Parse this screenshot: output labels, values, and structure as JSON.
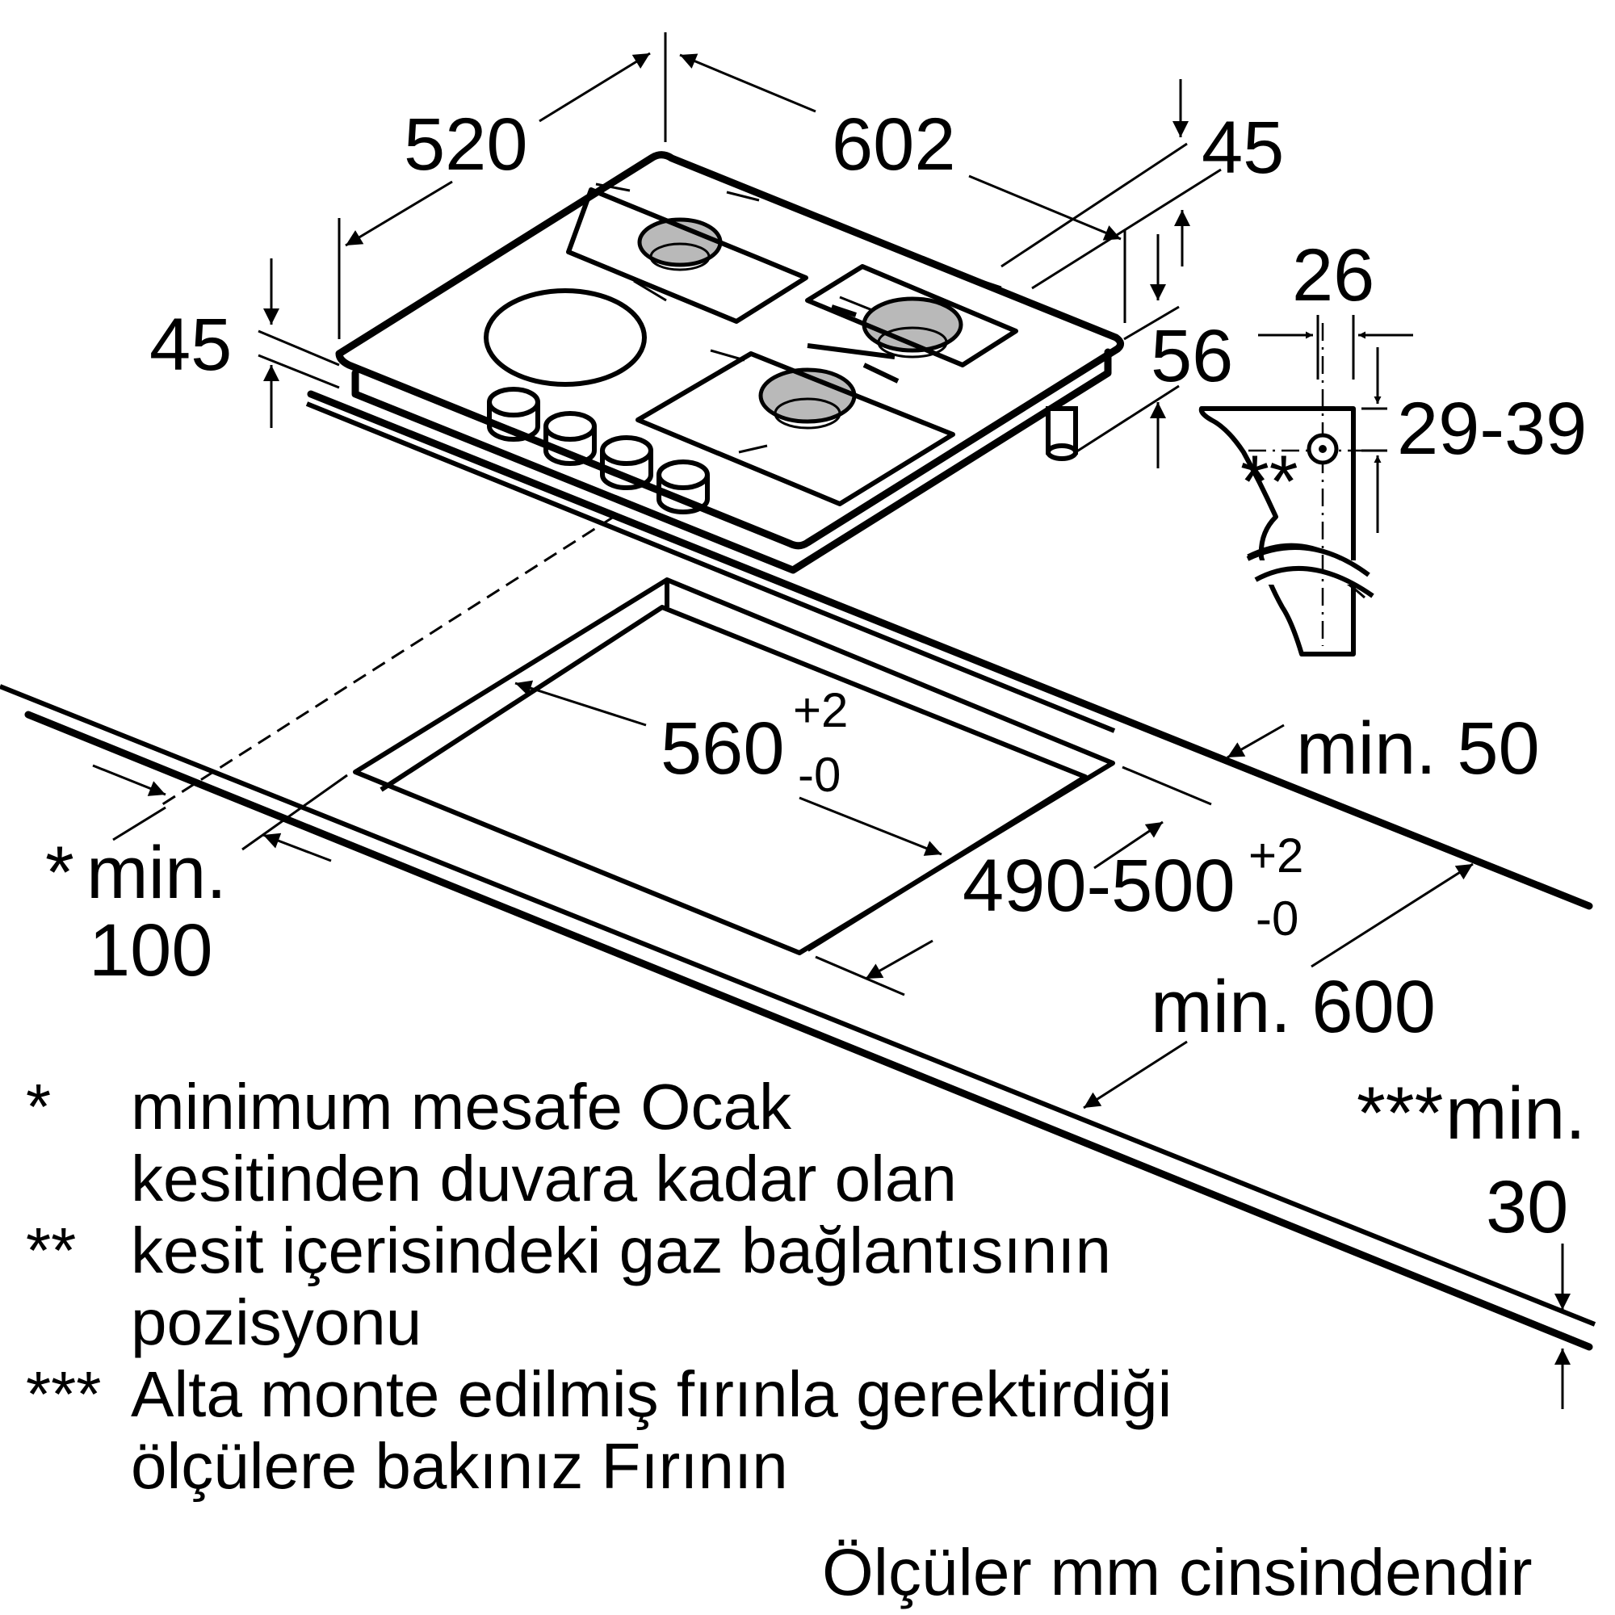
{
  "dimensions": {
    "cooktop_depth": "520",
    "cooktop_width": "602",
    "height_right": "45",
    "height_left": "45",
    "leg_height": "56",
    "gas_offset_horizontal": "26",
    "gas_offset_vertical": "29-39",
    "cutout_width": "560",
    "cutout_width_tol_plus": "+2",
    "cutout_width_tol_minus": "-0",
    "cutout_depth": "490-500",
    "cutout_depth_tol_plus": "+2",
    "cutout_depth_tol_minus": "-0",
    "back_clearance": "min. 50",
    "front_wall_marker": "*",
    "front_wall_line1": "min.",
    "front_wall_line2": "100",
    "worktop_depth": "min. 600",
    "worktop_thickness_marker": "***",
    "worktop_thickness_line1": "min.",
    "worktop_thickness_line2": "30",
    "gas_marker": "**"
  },
  "notes": [
    {
      "marker": "*",
      "lines": [
        "minimum mesafe Ocak",
        "kesitinden duvara kadar olan"
      ]
    },
    {
      "marker": "**",
      "lines": [
        "kesit içerisindeki gaz bağlantısının",
        "pozisyonu"
      ]
    },
    {
      "marker": "***",
      "lines": [
        "Alta monte edilmiş fırınla gerektirdiği",
        "ölçülere bakınız Fırının"
      ]
    }
  ],
  "units_note": "Ölçüler mm cinsindendir"
}
